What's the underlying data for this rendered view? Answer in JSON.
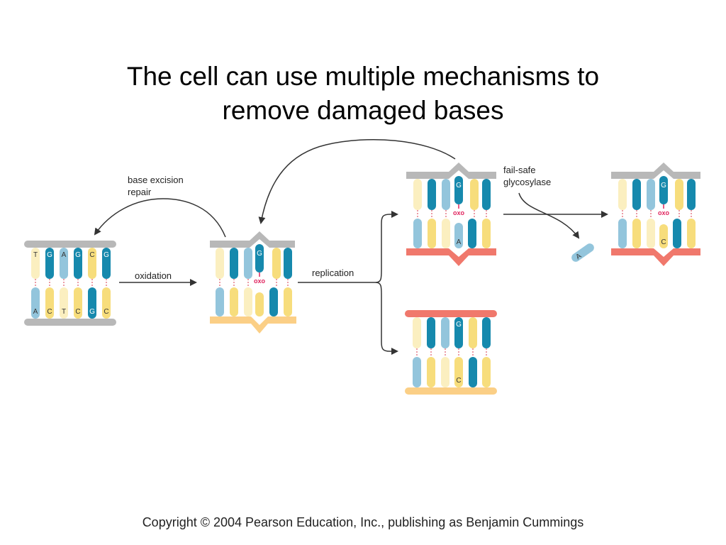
{
  "slide": {
    "title_line1": "The cell can use multiple mechanisms to",
    "title_line2": "remove damaged bases",
    "copyright": "Copyright © 2004 Pearson Education, Inc., publishing as Benjamin Cummings"
  },
  "labels": {
    "base_excision_1": "base excision",
    "base_excision_2": "repair",
    "oxidation": "oxidation",
    "replication": "replication",
    "failsafe_1": "fail-safe",
    "failsafe_2": "glycosylase",
    "oxo": "oxo"
  },
  "dna1": {
    "top": [
      "T",
      "G",
      "A",
      "G",
      "C",
      "G"
    ],
    "bottom": [
      "A",
      "C",
      "T",
      "C",
      "G",
      "C"
    ]
  },
  "bases": {
    "G": "G",
    "A": "A",
    "C": "C"
  },
  "colors": {
    "backbone_gray": "#b8b8b8",
    "backbone_red": "#f0786c",
    "backbone_orange": "#fbcf86",
    "teal": "#1689ad",
    "light_blue": "#93c5dc",
    "yellow": "#f7dd7c",
    "cream": "#fbefc0",
    "oxo_red": "#e0245e"
  }
}
